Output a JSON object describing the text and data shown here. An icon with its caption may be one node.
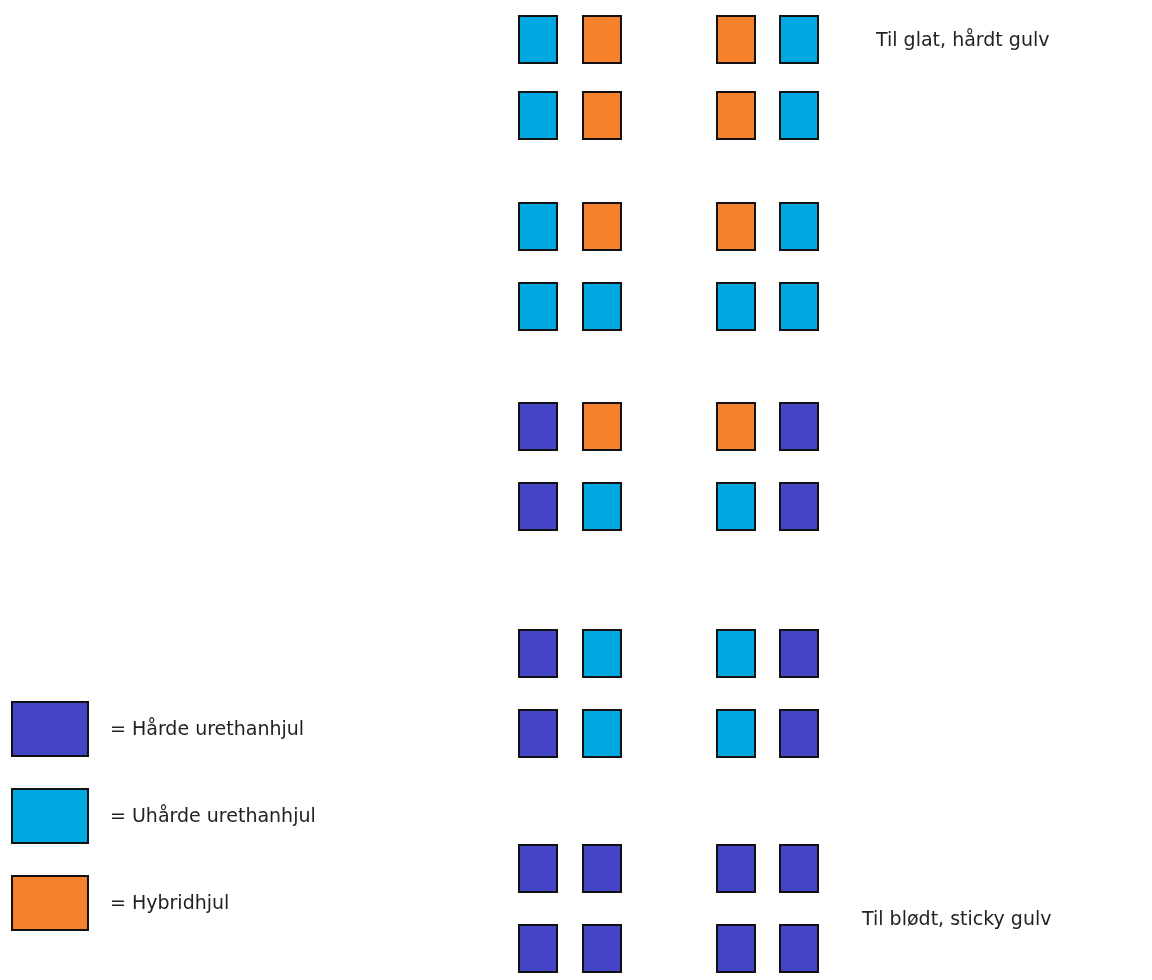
{
  "diagram": {
    "labels": [
      "Til glat, hårdt gulv",
      "Til blødt, sticky gulv"
    ],
    "legend": [
      {
        "text": "= Hårde urethanhjul",
        "color": "#4545c8"
      },
      {
        "text": "= Uhårde urethanhjul",
        "color": "#00a8e2"
      },
      {
        "text": "= Hybridhjul",
        "color": "#f5812c"
      }
    ]
  }
}
